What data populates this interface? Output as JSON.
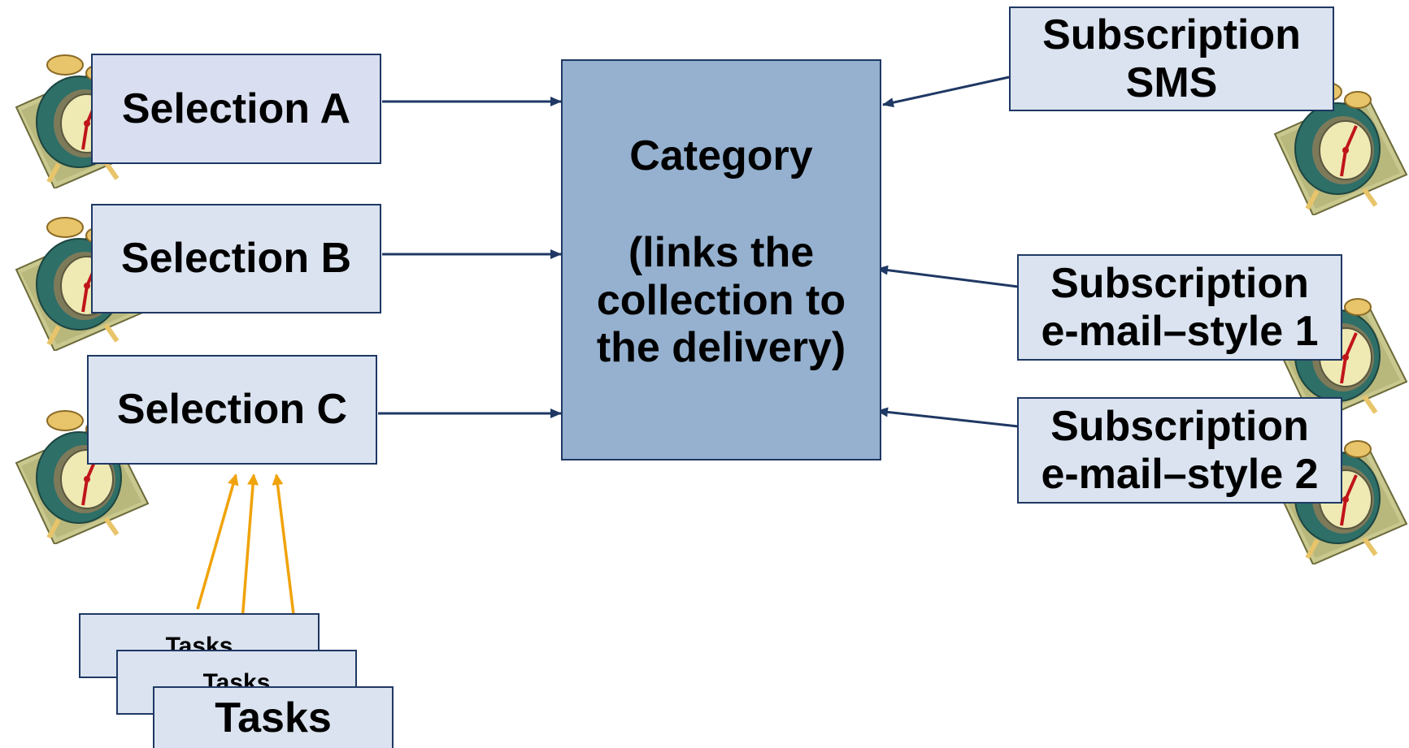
{
  "selections": {
    "a": "Selection A",
    "b": "Selection B",
    "c": "Selection C"
  },
  "category": {
    "title": "Category",
    "description_lines": [
      "(links the",
      "collection to",
      "the delivery)"
    ]
  },
  "subscriptions": {
    "sms": [
      "Subscription",
      "SMS"
    ],
    "email1": [
      "Subscription",
      "e-mail–style 1"
    ],
    "email2": [
      "Subscription",
      "e-mail–style 2"
    ]
  },
  "tasks": {
    "task1": "Tasks",
    "task2": "Tasks",
    "task3": "Tasks"
  },
  "colors": {
    "box_fill": "#dae3ef",
    "category_fill": "#95b1cf",
    "border": "#1f3864",
    "arrow_dark": "#1f3864",
    "arrow_orange": "#f0a30a"
  },
  "icons": [
    "alarm-clock-icon"
  ]
}
